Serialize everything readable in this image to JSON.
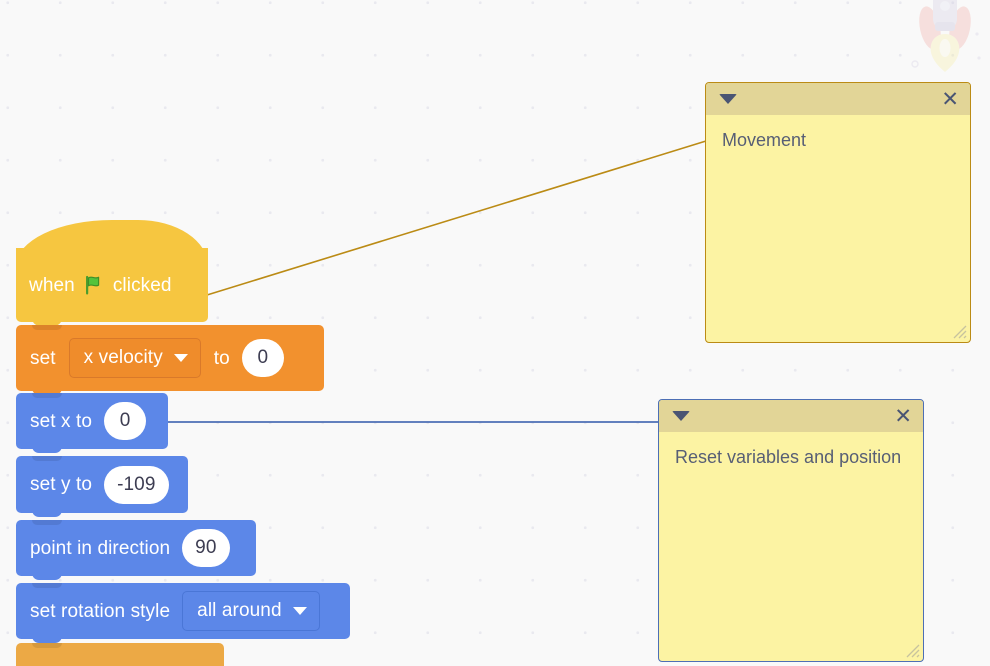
{
  "workspace": {
    "background_color": "#f9f9f9",
    "grid_dot_color": "#e9e9ef",
    "watermark_icon": "rocket-sprite-watermark"
  },
  "palette": {
    "events_yellow": "#f6c640",
    "variables_orange": "#f2912e",
    "motion_blue": "#5c87e8",
    "control_orange": "#eca945",
    "comment_yellow": "#fcf3a3",
    "comment_bar": "#e2d597",
    "comment_text": "#575e75",
    "connector_gold": "#bb8b15",
    "connector_blue": "#4d6fb5"
  },
  "script": {
    "blocks": [
      {
        "id": "when-flag-clicked",
        "kind": "hat",
        "category": "events",
        "text_before": "when",
        "icon": "green-flag-icon",
        "text_after": "clicked"
      },
      {
        "id": "set-variable",
        "kind": "stack",
        "category": "variables",
        "label_set": "set",
        "variable": "x velocity",
        "label_to": "to",
        "value": "0",
        "dropdown_icon": "chevron-down-icon"
      },
      {
        "id": "set-x-to",
        "kind": "stack",
        "category": "motion",
        "label": "set x to",
        "value": "0"
      },
      {
        "id": "set-y-to",
        "kind": "stack",
        "category": "motion",
        "label": "set y to",
        "value": "-109"
      },
      {
        "id": "point-in-direction",
        "kind": "stack",
        "category": "motion",
        "label": "point in direction",
        "value": "90"
      },
      {
        "id": "set-rotation-style",
        "kind": "stack",
        "category": "motion",
        "label": "set rotation style",
        "value": "all around",
        "dropdown_icon": "chevron-down-icon"
      },
      {
        "id": "partial-control-block",
        "kind": "stack-clipped",
        "category": "control",
        "label": ""
      }
    ]
  },
  "comments": [
    {
      "id": "comment-movement",
      "text": "Movement",
      "collapse_icon": "chevron-down-icon",
      "close_icon": "close-icon",
      "resize_icon": "resize-grip-icon",
      "attached_to": "when-flag-clicked"
    },
    {
      "id": "comment-reset",
      "text": "Reset variables and position",
      "collapse_icon": "chevron-down-icon",
      "close_icon": "close-icon",
      "resize_icon": "resize-grip-icon",
      "attached_to": "set-x-to"
    }
  ]
}
